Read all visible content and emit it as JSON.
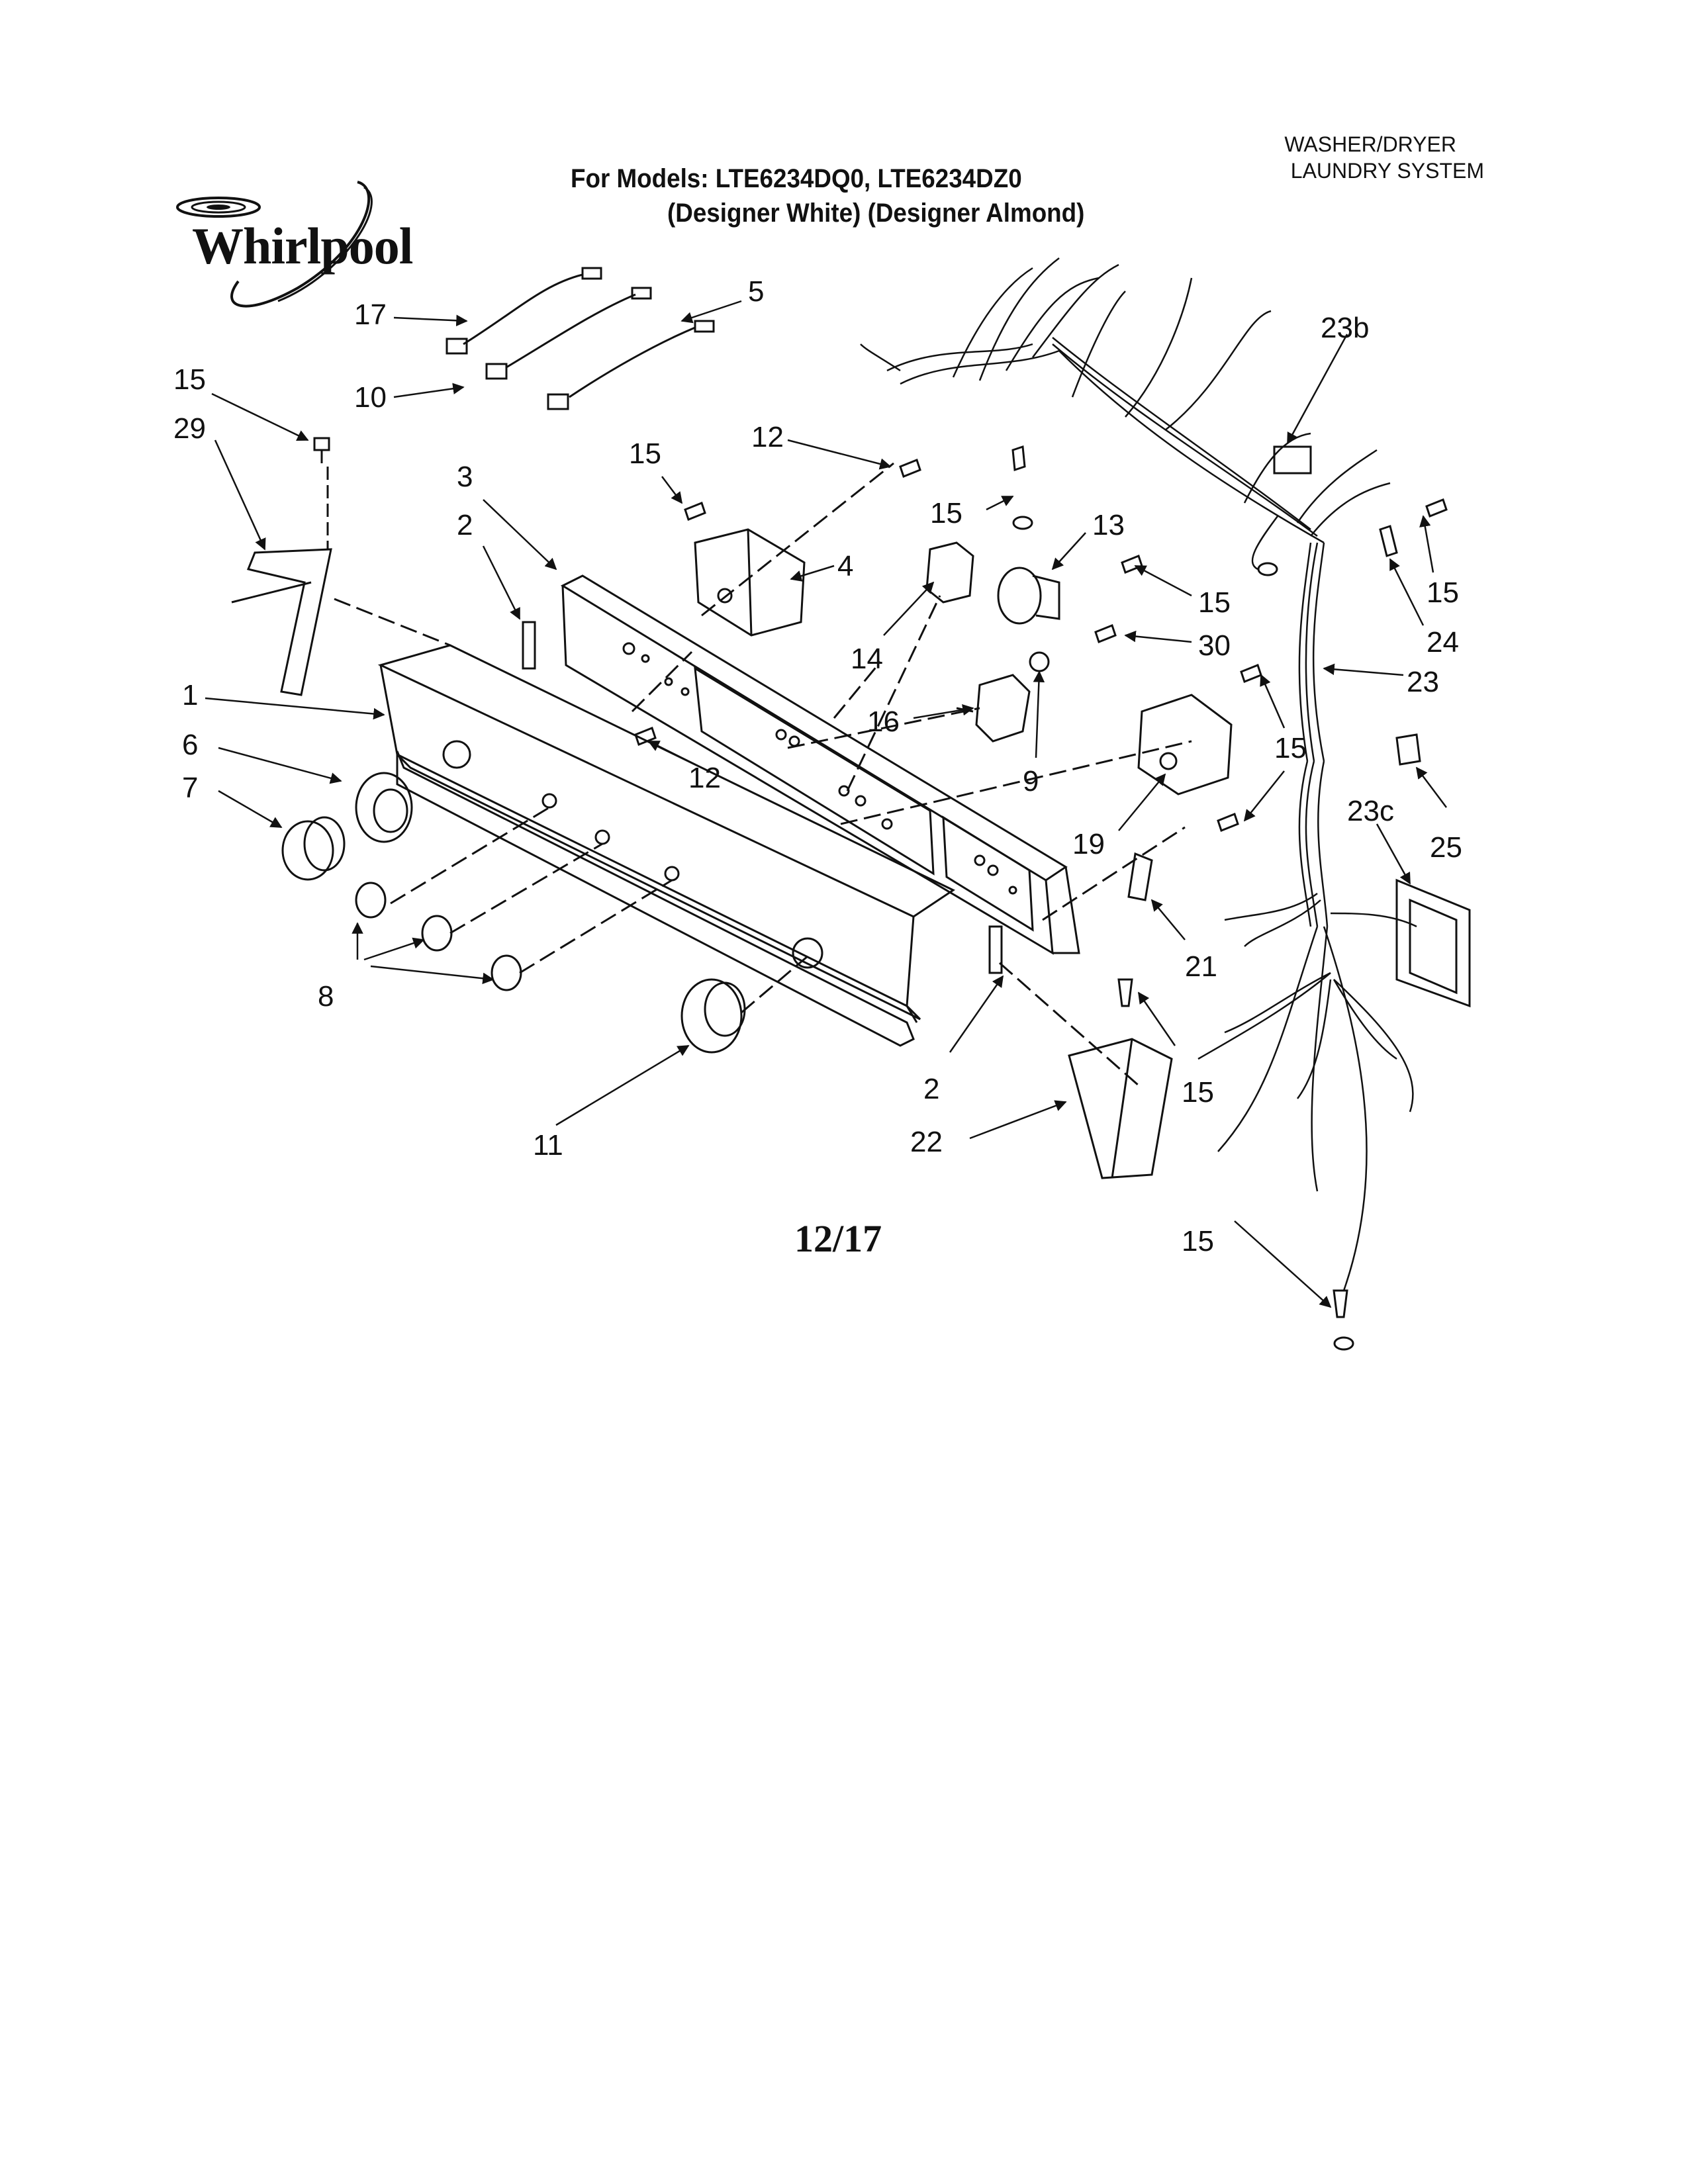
{
  "header": {
    "models_line1": "For Models: LTE6234DQ0, LTE6234DZ0",
    "models_line2": "(Designer White) (Designer Almond)",
    "system_line1": "WASHER/DRYER",
    "system_line2": "LAUNDRY SYSTEM",
    "brand": "Whirlpool"
  },
  "footer": {
    "page": "12/17"
  },
  "callouts": {
    "c17": "17",
    "c10": "10",
    "c5": "5",
    "c15a": "15",
    "c29": "29",
    "c3": "3",
    "c2a": "2",
    "c15b": "15",
    "c12a": "12",
    "c4": "4",
    "c15c": "15",
    "c13": "13",
    "c14": "14",
    "c15d": "15",
    "c30": "30",
    "c1": "1",
    "c6": "6",
    "c7": "7",
    "c16": "16",
    "c12b": "12",
    "c9": "9",
    "c23b": "23b",
    "c15e": "15",
    "c24": "24",
    "c23": "23",
    "c15f": "15",
    "c19": "19",
    "c23c": "23c",
    "c25": "25",
    "c21": "21",
    "c8": "8",
    "c2b": "2",
    "c15g": "15",
    "c22": "22",
    "c11": "11",
    "c15h": "15"
  }
}
